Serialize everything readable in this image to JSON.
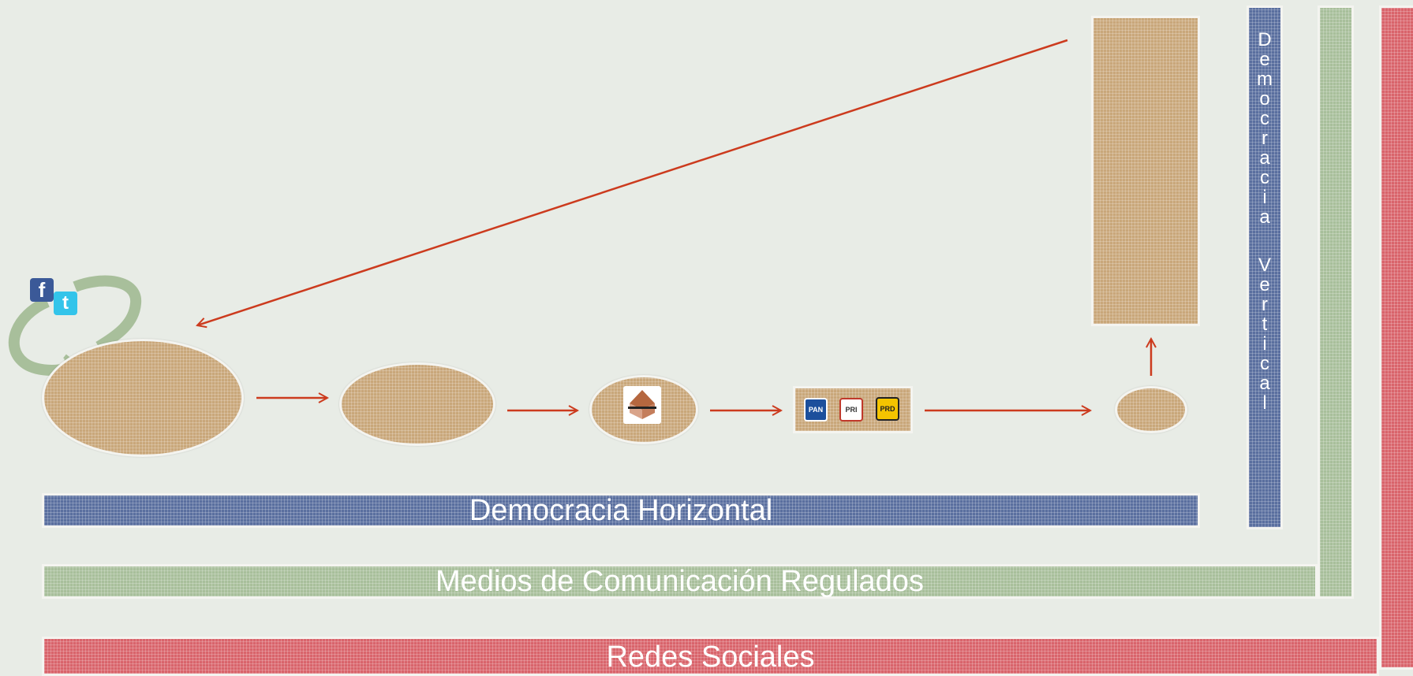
{
  "labels": {
    "horizontal": "Democracia Horizontal",
    "medios": "Medios de Comunicación Regulados",
    "redes": "Redes Sociales",
    "vertical": "Democracia Vertical"
  },
  "icons": {
    "facebook": "facebook-icon",
    "twitter": "twitter-icon",
    "ballot": "ballot-box-icon",
    "pan": "pan-party-logo",
    "pri": "pri-party-logo",
    "prd": "prd-party-logo"
  },
  "logos": {
    "facebook_letter": "f",
    "twitter_letter": "t",
    "pan_text": "PAN",
    "pri_text": "PRI",
    "prd_text": "PRD"
  },
  "colors": {
    "tan": "#c9a77a",
    "blue": "#5a6f9f",
    "green": "#a8bf9b",
    "red": "#d9646b",
    "arrow": "#cc3b1e",
    "background": "#e8ece6"
  }
}
